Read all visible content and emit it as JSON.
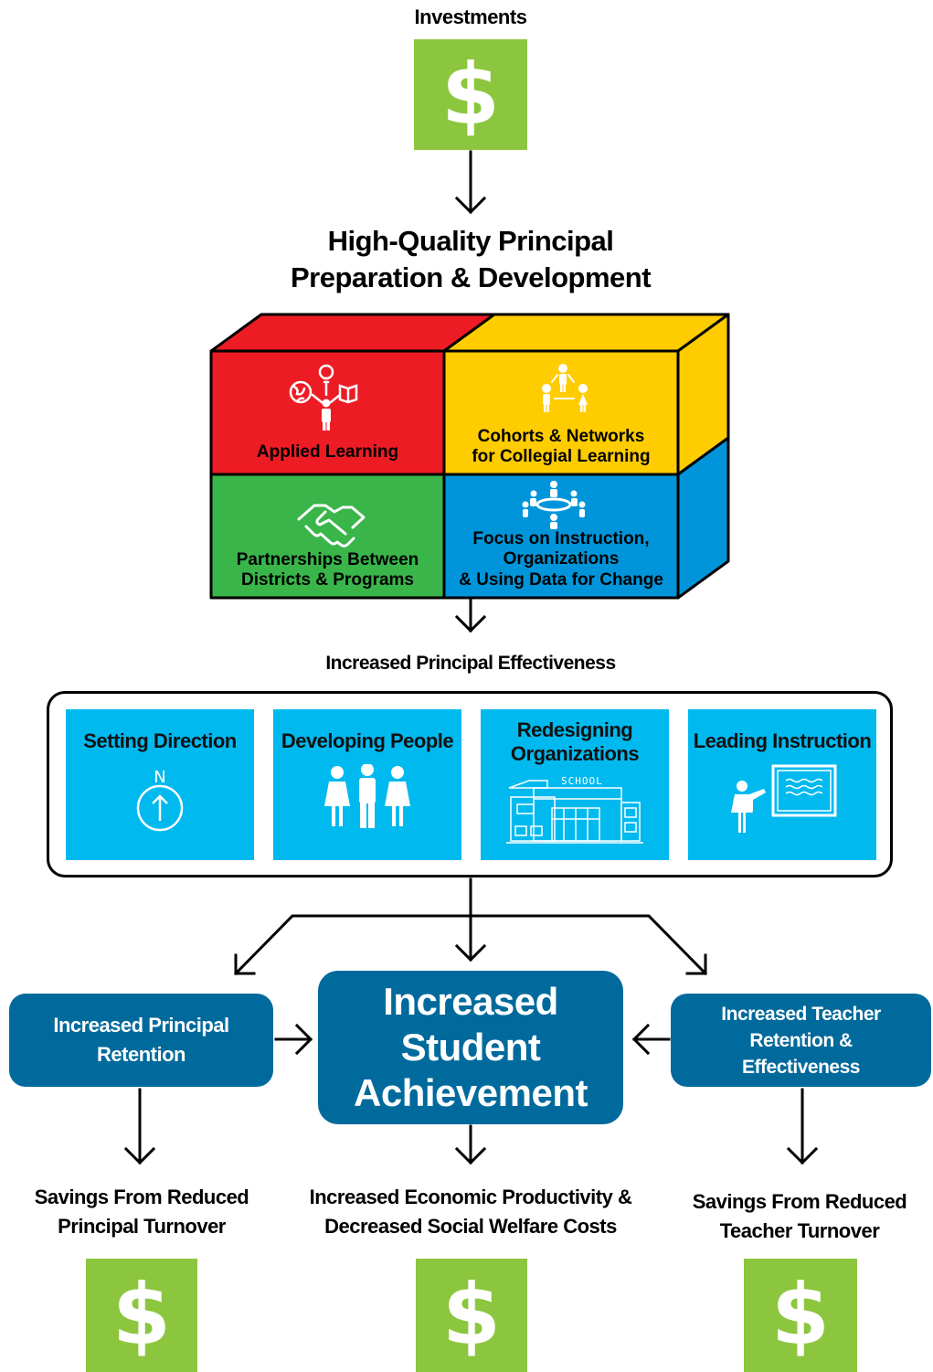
{
  "top": {
    "investments_label": "Investments"
  },
  "dollar_symbol": "$",
  "preparation": {
    "title_line1": "High-Quality Principal",
    "title_line2": "Preparation & Development"
  },
  "cube": {
    "applied_learning": "Applied Learning",
    "cohorts_line1": "Cohorts & Networks",
    "cohorts_line2": "for Collegial Learning",
    "partnerships_line1": "Partnerships Between",
    "partnerships_line2": "Districts & Programs",
    "focus_line1": "Focus on Instruction,",
    "focus_line2": "Organizations",
    "focus_line3": "& Using Data for Change"
  },
  "effectiveness": {
    "title": "Increased Principal Effectiveness",
    "setting_direction": "Setting Direction",
    "developing_people": "Developing People",
    "redesigning_line1": "Redesigning",
    "redesigning_line2": "Organizations",
    "leading_instruction": "Leading Instruction",
    "compass_n": "N",
    "school_sign": "SCHOOL"
  },
  "outcomes": {
    "principal_retention_line1": "Increased Principal",
    "principal_retention_line2": "Retention",
    "student_line1": "Increased",
    "student_line2": "Student",
    "student_line3": "Achievement",
    "teacher_line1": "Increased Teacher",
    "teacher_line2": "Retention &",
    "teacher_line3": "Effectiveness"
  },
  "savings": {
    "principal_line1": "Savings From Reduced",
    "principal_line2": "Principal Turnover",
    "economic_line1": "Increased Economic Productivity &",
    "economic_line2": "Decreased Social Welfare Costs",
    "teacher_line1": "Savings From Reduced",
    "teacher_line2": "Teacher Turnover"
  },
  "colors": {
    "dollar_green": "#8cc63f",
    "cube_red": "#ed1c24",
    "cube_yellow": "#ffcc00",
    "cube_green": "#39b54a",
    "cube_blue": "#0095da",
    "effectiveness_blue": "#00b9ef",
    "outcome_navy": "#006a9c"
  }
}
